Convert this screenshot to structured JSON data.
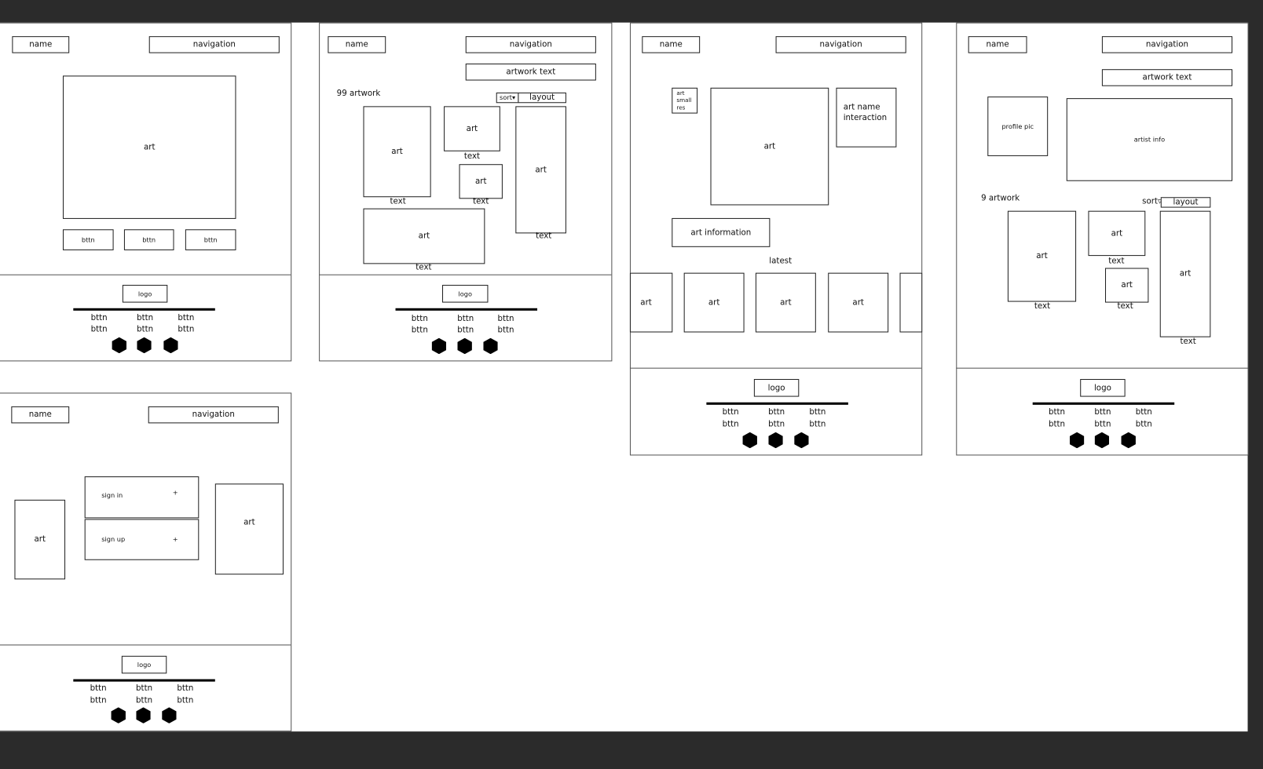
{
  "colors": {
    "background": "#2b2b2b",
    "canvas": "#ffffff",
    "line": "#222222"
  },
  "panel1": {
    "name": "name",
    "navigation": "navigation",
    "art": "art",
    "buttons": [
      "bttn",
      "bttn",
      "bttn"
    ],
    "footer": {
      "logo": "logo",
      "links": [
        "bttn",
        "bttn",
        "bttn",
        "bttn",
        "bttn",
        "bttn"
      ]
    }
  },
  "panel2": {
    "name": "name",
    "navigation": "navigation",
    "artwork_text": "artwork text",
    "count": "99 artwork",
    "sort": "sort▾",
    "layout": "layout",
    "items": [
      {
        "art": "art",
        "text": "text"
      },
      {
        "art": "art",
        "text": "text"
      },
      {
        "art": "art",
        "text": "text"
      },
      {
        "art": "art",
        "text": "text"
      },
      {
        "art": "art",
        "text": "text"
      }
    ],
    "footer": {
      "logo": "logo",
      "links": [
        "bttn",
        "bttn",
        "bttn",
        "bttn",
        "bttn",
        "bttn"
      ]
    }
  },
  "panel3": {
    "name": "name",
    "navigation": "navigation",
    "art_small": [
      "art",
      "small",
      "res"
    ],
    "art": "art",
    "art_name": [
      "art name",
      "interaction"
    ],
    "art_information": "art information",
    "latest": "latest",
    "latest_items": [
      "art",
      "art",
      "art",
      "art"
    ],
    "footer": {
      "logo": "logo",
      "links": [
        "bttn",
        "bttn",
        "bttn",
        "bttn",
        "bttn",
        "bttn"
      ]
    }
  },
  "panel4": {
    "name": "name",
    "navigation": "navigation",
    "artwork_text": "artwork text",
    "profile_pic": "profile pic",
    "artist_info": "artist info",
    "count": "9 artwork",
    "sort": "sort▿",
    "layout": "layout",
    "items": [
      {
        "art": "art",
        "text": "text"
      },
      {
        "art": "art",
        "text": "text"
      },
      {
        "art": "art",
        "text": "text"
      },
      {
        "art": "art",
        "text": "text"
      }
    ],
    "footer": {
      "logo": "logo",
      "links": [
        "bttn",
        "bttn",
        "bttn",
        "bttn",
        "bttn",
        "bttn"
      ]
    }
  },
  "panel5": {
    "name": "name",
    "navigation": "navigation",
    "art_left": "art",
    "sign_in": "sign in",
    "sign_up": "sign up",
    "expand": "+",
    "art_right": "art",
    "footer": {
      "logo": "logo",
      "links": [
        "bttn",
        "bttn",
        "bttn",
        "bttn",
        "bttn",
        "bttn"
      ]
    }
  }
}
